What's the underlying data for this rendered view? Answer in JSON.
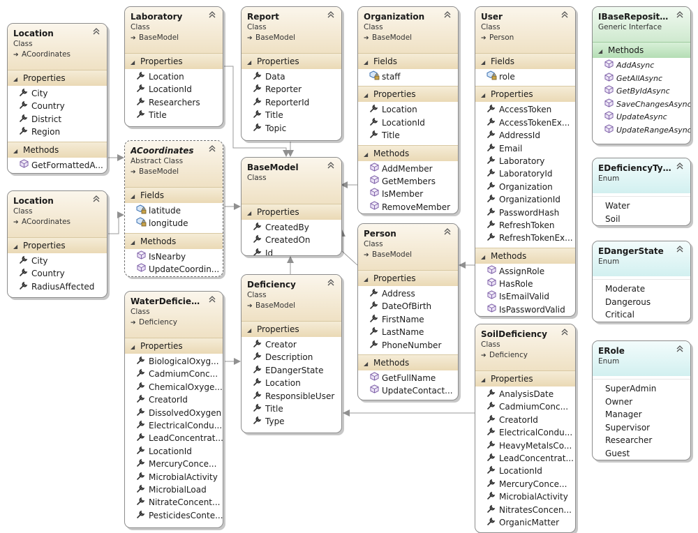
{
  "diagram": {
    "classes": {
      "location1": {
        "name": "Location",
        "kind": "Class",
        "base": "ACoordinates",
        "sections": [
          {
            "title": "Properties",
            "type": "prop",
            "items": [
              "City",
              "Country",
              "District",
              "Region"
            ]
          },
          {
            "title": "Methods",
            "type": "method",
            "items": [
              "GetFormattedA..."
            ]
          }
        ]
      },
      "location2": {
        "name": "Location",
        "kind": "Class",
        "base": "ACoordinates",
        "sections": [
          {
            "title": "Properties",
            "type": "prop",
            "items": [
              "City",
              "Country",
              "RadiusAffected"
            ]
          }
        ]
      },
      "laboratory": {
        "name": "Laboratory",
        "kind": "Class",
        "base": "BaseModel",
        "sections": [
          {
            "title": "Properties",
            "type": "prop",
            "items": [
              "Location",
              "LocationId",
              "Researchers",
              "Title"
            ]
          }
        ]
      },
      "acoordinates": {
        "name": "ACoordinates",
        "kind": "Abstract Class",
        "base": "BaseModel",
        "sections": [
          {
            "title": "Fields",
            "type": "field",
            "items": [
              "latitude",
              "longitude"
            ]
          },
          {
            "title": "Methods",
            "type": "method",
            "items": [
              "IsNearby",
              "UpdateCoordin..."
            ]
          }
        ]
      },
      "waterdeficiency": {
        "name": "WaterDeficiency",
        "kind": "Class",
        "base": "Deficiency",
        "sections": [
          {
            "title": "Properties",
            "type": "prop",
            "items": [
              "BiologicalOxyg...",
              "CadmiumConc...",
              "ChemicalOxyge...",
              "CreatorId",
              "DissolvedOxygen",
              "ElectricalCondu...",
              "LeadConcentrat...",
              "LocationId",
              "MercuryConce...",
              "MicrobialActivity",
              "MicrobialLoad",
              "NitrateConcent...",
              "PesticidesConte..."
            ]
          }
        ]
      },
      "report": {
        "name": "Report",
        "kind": "Class",
        "base": "BaseModel",
        "sections": [
          {
            "title": "Properties",
            "type": "prop",
            "items": [
              "Data",
              "Reporter",
              "ReporterId",
              "Title",
              "Topic"
            ]
          }
        ]
      },
      "basemodel": {
        "name": "BaseModel",
        "kind": "Class",
        "base": "",
        "sections": [
          {
            "title": "Properties",
            "type": "prop",
            "items": [
              "CreatedBy",
              "CreatedOn",
              "Id"
            ]
          }
        ]
      },
      "deficiency": {
        "name": "Deficiency",
        "kind": "Class",
        "base": "BaseModel",
        "sections": [
          {
            "title": "Properties",
            "type": "prop",
            "items": [
              "Creator",
              "Description",
              "EDangerState",
              "Location",
              "ResponsibleUser",
              "Title",
              "Type"
            ]
          }
        ]
      },
      "organization": {
        "name": "Organization",
        "kind": "Class",
        "base": "BaseModel",
        "sections": [
          {
            "title": "Fields",
            "type": "field",
            "items": [
              "staff"
            ]
          },
          {
            "title": "Properties",
            "type": "prop",
            "items": [
              "Location",
              "LocationId",
              "Title"
            ]
          },
          {
            "title": "Methods",
            "type": "method",
            "items": [
              "AddMember",
              "GetMembers",
              "IsMember",
              "RemoveMember"
            ]
          }
        ]
      },
      "person": {
        "name": "Person",
        "kind": "Class",
        "base": "BaseModel",
        "sections": [
          {
            "title": "Properties",
            "type": "prop",
            "items": [
              "Address",
              "DateOfBirth",
              "FirstName",
              "LastName",
              "PhoneNumber"
            ]
          },
          {
            "title": "Methods",
            "type": "method",
            "items": [
              "GetFullName",
              "UpdateContact..."
            ]
          }
        ]
      },
      "user": {
        "name": "User",
        "kind": "Class",
        "base": "Person",
        "sections": [
          {
            "title": "Fields",
            "type": "field",
            "items": [
              "role"
            ]
          },
          {
            "title": "Properties",
            "type": "prop",
            "items": [
              "AccessToken",
              "AccessTokenEx...",
              "AddressId",
              "Email",
              "Laboratory",
              "LaboratoryId",
              "Organization",
              "OrganizationId",
              "PasswordHash",
              "RefreshToken",
              "RefreshTokenEx..."
            ]
          },
          {
            "title": "Methods",
            "type": "method",
            "items": [
              "AssignRole",
              "HasRole",
              "IsEmailValid",
              "IsPasswordValid"
            ]
          }
        ]
      },
      "soildeficiency": {
        "name": "SoilDeficiency",
        "kind": "Class",
        "base": "Deficiency",
        "sections": [
          {
            "title": "Properties",
            "type": "prop",
            "items": [
              "AnalysisDate",
              "CadmiumConc...",
              "CreatorId",
              "ElectricalCondu...",
              "HeavyMetalsCo...",
              "LeadConcentrat...",
              "LocationId",
              "MercuryConce...",
              "MicrobialActivity",
              "NitratesConcen...",
              "OrganicMatter"
            ]
          }
        ]
      },
      "ibaserepository": {
        "name": "IBaseRepository...",
        "kind": "Generic Interface",
        "base": "",
        "sections": [
          {
            "title": "Methods",
            "type": "method",
            "items": [
              "AddAsync",
              "GetAllAsync",
              "GetByIdAsync",
              "SaveChangesAsync",
              "UpdateAsync",
              "UpdateRangeAsync"
            ]
          }
        ]
      },
      "edeficiencytype": {
        "name": "EDeficiencyType",
        "kind": "Enum",
        "values": [
          "Water",
          "Soil"
        ]
      },
      "edangerstate": {
        "name": "EDangerState",
        "kind": "Enum",
        "values": [
          "Moderate",
          "Dangerous",
          "Critical"
        ]
      },
      "erole": {
        "name": "ERole",
        "kind": "Enum",
        "values": [
          "SuperAdmin",
          "Owner",
          "Manager",
          "Supervisor",
          "Researcher",
          "Guest"
        ]
      }
    },
    "icons": {
      "property": "wrench-icon",
      "method": "cube-icon",
      "field": "field-lock-icon",
      "inherit": "inherit-arrow-icon",
      "collapse": "double-chevron-up-icon"
    },
    "colors": {
      "class_header": "#efe1c4",
      "interface_header": "#cfe9cf",
      "enum_header": "#d2f0f0",
      "connector": "#909090"
    }
  }
}
